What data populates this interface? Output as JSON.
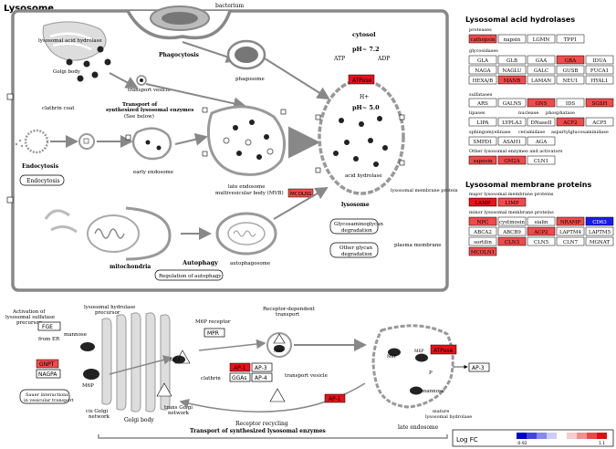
{
  "title": "Lysosome",
  "colors": {
    "up_strong": "#e8101b",
    "up_mid": "#f04a4a",
    "down": "#1a1aee",
    "neutral": "#ffffff",
    "membrane": "#888888"
  },
  "top_labels": {
    "bacterium": "bacterium",
    "hydrolase": "lysosomal acid hydrolase",
    "golgi": "Golgi body",
    "phagocytosis": "Phagocytosis",
    "transport_vesicle": "transport vesicle",
    "transport1": "Transport of",
    "transport2": "synthesized lysosomal enzymes",
    "see_below": "(See below)",
    "phagosome": "phagosome",
    "clathrin_coat": "clathrin coat",
    "endocytosis": "Endocytosis",
    "endocytosis_box": "Endocytosis",
    "early_endosome": "early endosome",
    "late_endosome1": "late endosome",
    "late_endosome2": "multivesicular body (MVB)",
    "mcoln1": "MCOLN1",
    "cytosol": "cytosol",
    "ph72": "pH~ 7.2",
    "atp": "ATP",
    "adp": "ADP",
    "atpase": "ATPase",
    "h": "H+",
    "ph50": "pH~ 5.0",
    "acid_hydrolase": "acid  hydrolase",
    "lysosome_label": "lysosome",
    "lmp": "lysosomal membrane protein",
    "mitochondria": "mitochondria",
    "autophagy": "Autophagy",
    "reg_autophagy": "Regulation of autophagy",
    "autophagosome": "autophagosome",
    "gag1": "Glycosaminoglycan",
    "gag2": "degradation",
    "og1": "Other glycan",
    "og2": "degradation",
    "plasma": "plasma membrane"
  },
  "hydrolases": {
    "title": "Lysosomal acid hydrolases",
    "proteases": "proteases",
    "glycosidases": "glycosidases",
    "sulfatases": "sulfatases",
    "lipases": "lipases",
    "nuclease": "nuclease",
    "phosphatase": "phosphatase",
    "sphingo": "sphingomyelinase",
    "ceramidase": "ceramidase",
    "aspartyl": "aspartylglucosaminidase",
    "other": "Other lysosomal enzymes and activators",
    "rows": [
      [
        {
          "t": "cathepsin",
          "c": "up_mid"
        },
        {
          "t": "napsin",
          "c": "neutral"
        },
        {
          "t": "LGMN",
          "c": "neutral"
        },
        {
          "t": "TPP1",
          "c": "neutral"
        }
      ],
      [
        {
          "t": "GLA",
          "c": "neutral"
        },
        {
          "t": "GLB",
          "c": "neutral"
        },
        {
          "t": "GAA",
          "c": "neutral"
        },
        {
          "t": "GBA",
          "c": "up_mid"
        },
        {
          "t": "IDUA",
          "c": "neutral"
        }
      ],
      [
        {
          "t": "NAGA",
          "c": "neutral"
        },
        {
          "t": "NAGLU",
          "c": "neutral"
        },
        {
          "t": "GALC",
          "c": "neutral"
        },
        {
          "t": "GUSB",
          "c": "neutral"
        },
        {
          "t": "FUCA1",
          "c": "neutral"
        }
      ],
      [
        {
          "t": "HEXA/B",
          "c": "neutral"
        },
        {
          "t": "MANB",
          "c": "up_mid"
        },
        {
          "t": "LAMAN",
          "c": "neutral"
        },
        {
          "t": "NEU1",
          "c": "neutral"
        },
        {
          "t": "HYAL1",
          "c": "neutral"
        }
      ],
      [
        {
          "t": "ARS",
          "c": "neutral"
        },
        {
          "t": "GALNS",
          "c": "neutral"
        },
        {
          "t": "GNS",
          "c": "up_mid"
        },
        {
          "t": "IDS",
          "c": "neutral"
        },
        {
          "t": "SGSH",
          "c": "up_mid"
        }
      ],
      [
        {
          "t": "LIPA",
          "c": "neutral"
        },
        {
          "t": "LYPLA3",
          "c": "neutral"
        },
        {
          "t": "DNaseII",
          "c": "neutral"
        },
        {
          "t": "ACP2",
          "c": "up_mid"
        },
        {
          "t": "ACP5",
          "c": "neutral"
        }
      ],
      [
        {
          "t": "SMPD1",
          "c": "neutral"
        },
        {
          "t": "ASAH1",
          "c": "neutral"
        },
        {
          "t": "AGA",
          "c": "neutral"
        }
      ],
      [
        {
          "t": "saposin",
          "c": "up_mid"
        },
        {
          "t": "GM2A",
          "c": "up_mid"
        },
        {
          "t": "CLN1",
          "c": "neutral"
        }
      ]
    ]
  },
  "membrane_proteins": {
    "title": "Lysosomal membrane proteins",
    "major": "major lysosomal membrane proteins",
    "minor": "minor lysosomal membrane proteins",
    "major_rows": [
      [
        {
          "t": "LAMP",
          "c": "up_strong"
        },
        {
          "t": "LIMP",
          "c": "up_mid"
        }
      ]
    ],
    "minor_rows": [
      [
        {
          "t": "NPC",
          "c": "up_mid"
        },
        {
          "t": "cystinosin",
          "c": "neutral"
        },
        {
          "t": "sialin",
          "c": "neutral"
        },
        {
          "t": "NRAMP",
          "c": "up_mid"
        },
        {
          "t": "CD63",
          "c": "down"
        }
      ],
      [
        {
          "t": "ABCA2",
          "c": "neutral"
        },
        {
          "t": "ABCB9",
          "c": "neutral"
        },
        {
          "t": "ACP2",
          "c": "up_mid"
        },
        {
          "t": "LAPTM4",
          "c": "neutral"
        },
        {
          "t": "LAPTM5",
          "c": "neutral"
        }
      ],
      [
        {
          "t": "sortilin",
          "c": "neutral"
        },
        {
          "t": "CLN3",
          "c": "up_mid"
        },
        {
          "t": "CLN5",
          "c": "neutral"
        },
        {
          "t": "CLN7",
          "c": "neutral"
        },
        {
          "t": "MGNAT",
          "c": "neutral"
        }
      ],
      [
        {
          "t": "MCOLN1",
          "c": "up_mid"
        }
      ]
    ]
  },
  "bottom": {
    "activation1": "Activation of",
    "activation2": "lysosomal sulfatase",
    "activation3": "precursor",
    "fge": "FGE",
    "from_er": "from ER",
    "mannose": "mannose",
    "gnpt": "GNPT",
    "nagpa": "NAGPA",
    "precursor1": "lysosomal hydrolase",
    "precursor2": "precursor",
    "m6p": "M6P",
    "sauer1": "Sauer interactions",
    "sauer2": "in vesicular transport",
    "cis1": "cis Golgi",
    "cis2": "network",
    "golgi_body": "Golgi body",
    "trans1": "trans Golgi",
    "trans2": "network",
    "m6p_receptor": "M6P receptor",
    "mpr": "MPR",
    "clathrin": "clathrin",
    "ap1": "AP-1",
    "ap3": "AP-3",
    "ggas": "GGAs",
    "ap4": "AP-4",
    "rdt1": "Receptor-dependent",
    "rdt2": "transport",
    "transport_vesicle": "transport vesicle",
    "receptor_recycling": "Receptor recycling",
    "ap1b": "AP-1",
    "atpase": "ATPase",
    "ap3b": "AP-3",
    "p": "P",
    "mannose2": "mannose",
    "mature1": "mature",
    "mature2": "lysosomal hydrolase",
    "late_endosome": "late endosome",
    "caption": "Transport of synthesized lysosomal enzymes"
  },
  "legend": {
    "label": "Log FC",
    "min": "-0.92",
    "max": "1.1",
    "colors": [
      "#0000cc",
      "#4444dd",
      "#8888ee",
      "#ccccf6",
      "#ffffff",
      "#f6cccc",
      "#f09090",
      "#e84a4a",
      "#dd1111"
    ]
  }
}
